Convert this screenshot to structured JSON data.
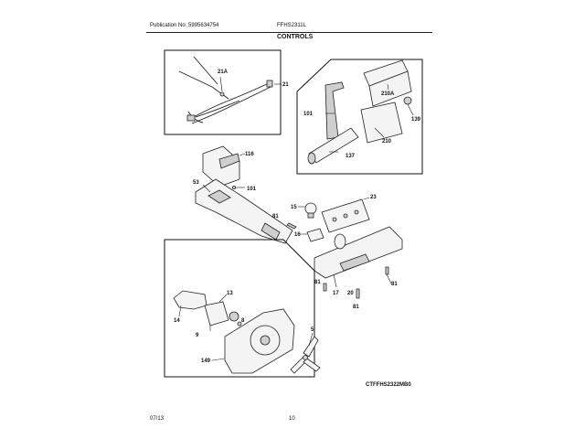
{
  "header": {
    "publication": "Publication No: 5995634754",
    "model": "FFHS2311L",
    "section_title": "CONTROLS"
  },
  "footer": {
    "date": "07/13",
    "page": "10"
  },
  "diagram_code": "CTFFHS2322MB0",
  "callouts": {
    "c21A": "21A",
    "c21": "21",
    "c210A": "210A",
    "c101a": "101",
    "c139": "139",
    "c210": "210",
    "c137": "137",
    "c116": "116",
    "c53": "53",
    "c101b": "101",
    "c23": "23",
    "c15": "15",
    "c81a": "81",
    "c16": "16",
    "c81b": "81",
    "c17": "17",
    "c20": "20",
    "c81c": "81",
    "c81d": "81",
    "c13": "13",
    "c14": "14",
    "c8": "8",
    "c9": "9",
    "c5": "5",
    "c149": "149"
  }
}
